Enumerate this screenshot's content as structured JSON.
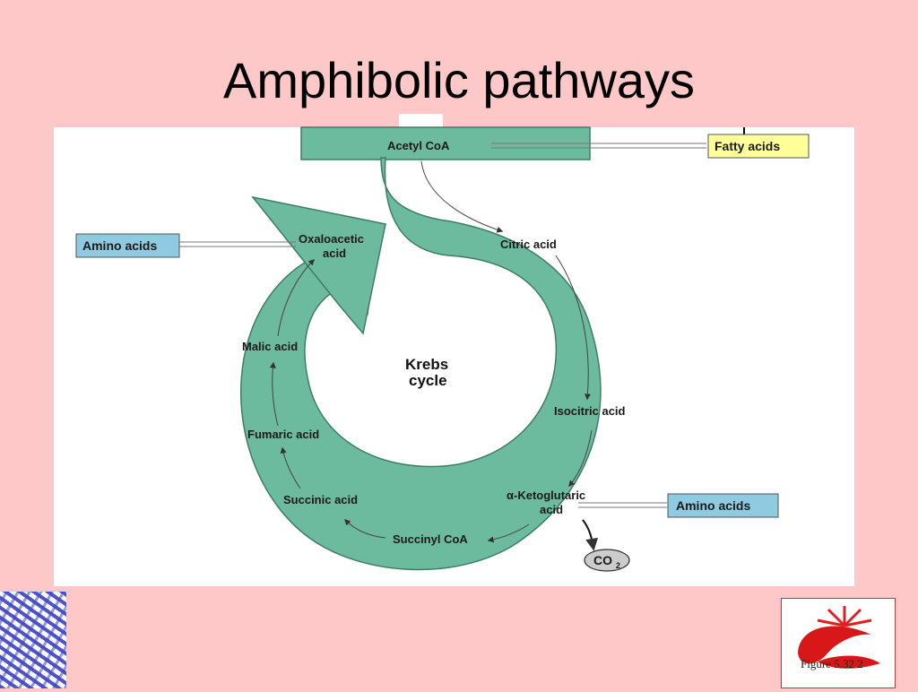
{
  "slide": {
    "title": "Amphibolic pathways"
  },
  "diagram": {
    "center_label_line1": "Krebs",
    "center_label_line2": "cycle",
    "intermediates": {
      "acetyl_coa": "Acetyl CoA",
      "citric_acid": "Citric acid",
      "isocitric_acid": "Isocitric acid",
      "ketoglutaric_line1": "α-Ketoglutaric",
      "ketoglutaric_line2": "acid",
      "succinyl_coa": "Succinyl CoA",
      "succinic_acid": "Succinic acid",
      "fumaric_acid": "Fumaric acid",
      "malic_acid": "Malic acid",
      "oxaloacetic_line1": "Oxaloacetic",
      "oxaloacetic_line2": "acid"
    },
    "side_boxes": {
      "fatty_acids": "Fatty acids",
      "amino_acids_left": "Amino acids",
      "amino_acids_right": "Amino acids",
      "co2": "CO",
      "co2_subscript": "2"
    },
    "colors": {
      "cycle_fill": "#6dbb9f",
      "cycle_stroke": "#3d7d66",
      "fatty_box": "#ffff99",
      "amino_box": "#8fcbe0",
      "co2_ellipse": "#cccccc"
    }
  },
  "footer": {
    "figure_caption": "Figure 5.32 2"
  }
}
